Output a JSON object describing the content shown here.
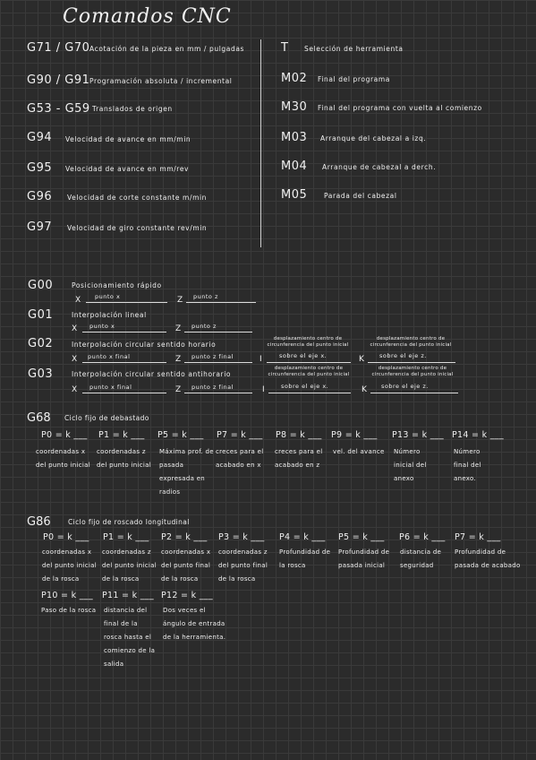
{
  "title": "Comandos CNC",
  "left_codes": [
    {
      "code": "G71 / G70",
      "desc": "Acotación de la pieza en mm / pulgadas"
    },
    {
      "code": "G90 / G91",
      "desc": "Programación absoluta / incremental"
    },
    {
      "code": "G53 - G59",
      "desc": "Translados de origen"
    },
    {
      "code": "G94",
      "desc": "Velocidad de avance en mm/min"
    },
    {
      "code": "G95",
      "desc": "Velocidad de avance en mm/rev"
    },
    {
      "code": "G96",
      "desc": "Velocidad de corte constante m/min"
    },
    {
      "code": "G97",
      "desc": "Velocidad de giro constante rev/min"
    }
  ],
  "right_codes": [
    {
      "code": "T",
      "desc": "Selección de herramienta"
    },
    {
      "code": "M02",
      "desc": "Final del programa"
    },
    {
      "code": "M30",
      "desc": "Final del programa con vuelta al comienzo"
    },
    {
      "code": "M03",
      "desc": "Arranque del cabezal a izq."
    },
    {
      "code": "M04",
      "desc": "Arranque de cabezal a derch."
    },
    {
      "code": "M05",
      "desc": "Parada del cabezal"
    }
  ],
  "moves": {
    "g00": {
      "code": "G00",
      "desc": "Posicionamiento rápido",
      "x_label": "punto x",
      "z_label": "punto z"
    },
    "g01": {
      "code": "G01",
      "desc": "Interpolación lineal",
      "x_label": "punto x",
      "z_label": "punto z"
    },
    "g02": {
      "code": "G02",
      "desc": "Interpolación circular sentido horario",
      "x_label": "punto x final",
      "z_label": "punto z final",
      "i_head": "desplazamiento centro de circunferencia del punto inicial",
      "i_label": "sobre el eje x.",
      "k_head": "desplazamiento centro de circunferencia del punto inicial",
      "k_label": "sobre el eje z."
    },
    "g03": {
      "code": "G03",
      "desc": "Interpolación circular sentido antihorario",
      "x_label": "punto x final",
      "z_label": "punto z final",
      "i_head": "desplazamiento centro de circunferencia del punto inicial",
      "i_label": "sobre el eje x.",
      "k_head": "desplazamiento centro de circunferencia del punto inicial",
      "k_label": "sobre el eje z."
    },
    "axis_x": "X",
    "axis_z": "Z",
    "axis_i": "I",
    "axis_k": "K"
  },
  "g68": {
    "code": "G68",
    "desc": "Ciclo fijo de debastado",
    "params": [
      {
        "label": "P0 = k ___",
        "desc": "coordenadas x del punto inicial"
      },
      {
        "label": "P1 = k ___",
        "desc": "coordenadas z del punto inicial"
      },
      {
        "label": "P5 = k ___",
        "desc": "Máxima prof. de pasada expresada en radios"
      },
      {
        "label": "P7 = k ___",
        "desc": "creces para el acabado en x"
      },
      {
        "label": "P8 = k ___",
        "desc": "creces para el acabado en z"
      },
      {
        "label": "P9 = k ___",
        "desc": "vel. del avance"
      },
      {
        "label": "P13 = k ___",
        "desc": "Número inicial del anexo"
      },
      {
        "label": "P14 = k ___",
        "desc": "Número final del anexo."
      }
    ]
  },
  "g86": {
    "code": "G86",
    "desc": "Ciclo fijo de roscado longitudinal",
    "params": [
      {
        "label": "P0 = k ___",
        "desc": "coordenadas x del punto inicial de la rosca"
      },
      {
        "label": "P1 = k ___",
        "desc": "coordenadas z del punto inicial de la rosca"
      },
      {
        "label": "P2 = k ___",
        "desc": "coordenadas x del punto final de la rosca"
      },
      {
        "label": "P3 = k ___",
        "desc": "coordenadas z del punto final de la rosca"
      },
      {
        "label": "P4 = k ___",
        "desc": "Profundidad de la rosca"
      },
      {
        "label": "P5 = k ___",
        "desc": "Profundidad de pasada inicial"
      },
      {
        "label": "P6 = k ___",
        "desc": "distancia de seguridad"
      },
      {
        "label": "P7 = k ___",
        "desc": "Profundidad de pasada de acabado"
      },
      {
        "label": "P10 = k ___",
        "desc": "Paso de la rosca"
      },
      {
        "label": "P11 = k ___",
        "desc": "distancia del final de la rosca hasta el comienzo de la salida"
      },
      {
        "label": "P12 = k ___",
        "desc": "Dos veces el ángulo de entrada de la herramienta."
      }
    ]
  }
}
